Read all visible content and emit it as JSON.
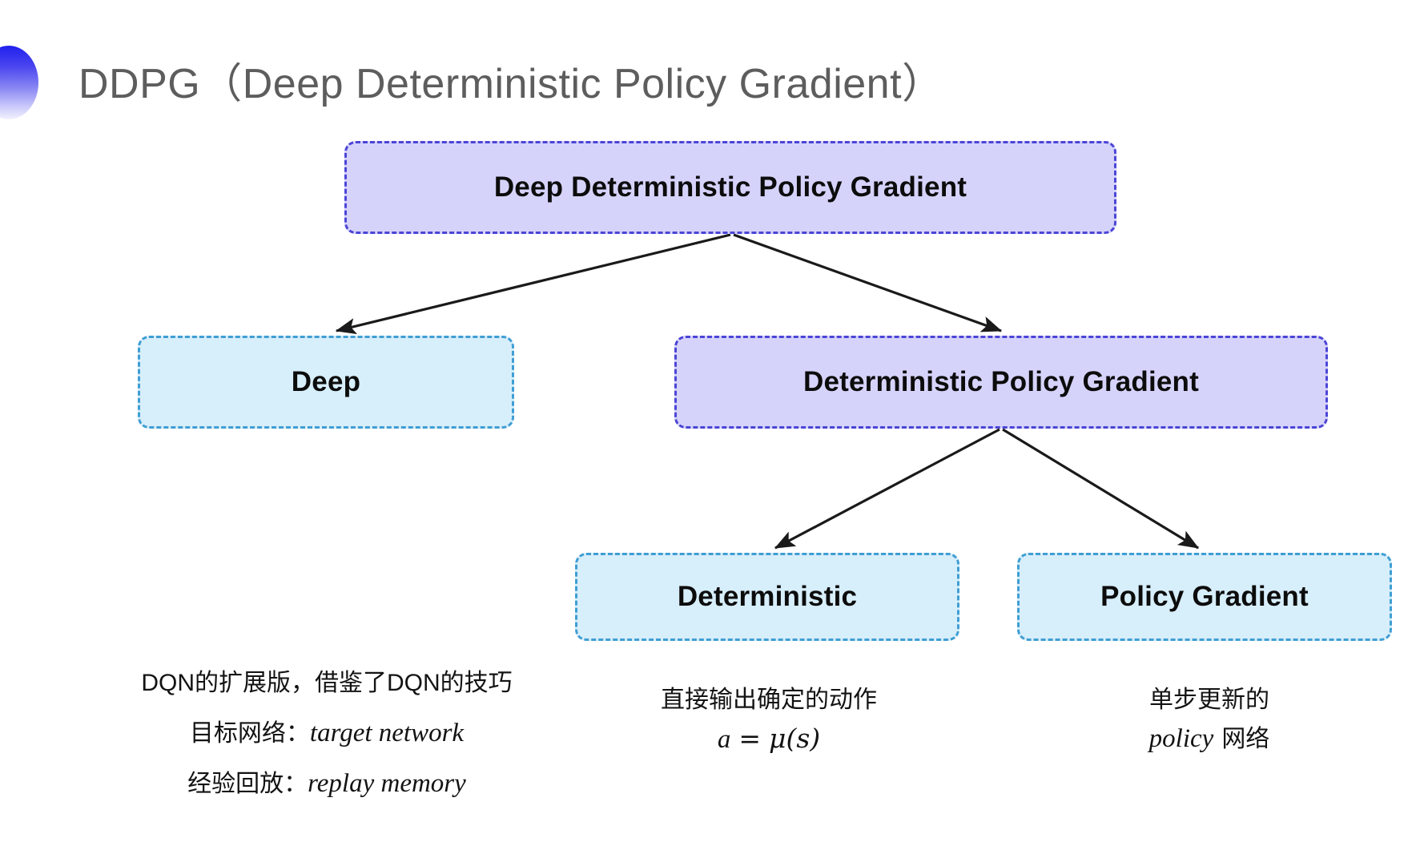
{
  "slide": {
    "title": "DDPG（Deep Deterministic Policy Gradient）",
    "bullet_icon": "gradient-circle-bullet-icon",
    "background_color": "#ffffff"
  },
  "colors": {
    "purple_fill": "#d6d3fb",
    "purple_border": "#4b45d6",
    "cyan_fill": "#d7eefb",
    "cyan_border": "#3f9ed4",
    "title_text": "#5d5d5d",
    "arrow": "#1a1a1a"
  },
  "nodes": {
    "root": {
      "label": "Deep Deterministic Policy Gradient",
      "style": "purple"
    },
    "deep": {
      "label": "Deep",
      "style": "cyan"
    },
    "dpg": {
      "label": "Deterministic Policy Gradient",
      "style": "purple"
    },
    "deterministic": {
      "label": "Deterministic",
      "style": "cyan"
    },
    "policy_gradient": {
      "label": "Policy Gradient",
      "style": "cyan"
    }
  },
  "annotations": {
    "deep": {
      "line1": "DQN的扩展版，借鉴了DQN的技巧",
      "line2_label": "目标网络：",
      "line2_term": "target network",
      "line3_label": "经验回放：",
      "line3_term": "replay memory"
    },
    "deterministic": {
      "line1": "直接输出确定的动作",
      "formula_lhs": "a",
      "formula_eq": "=",
      "formula_rhs": "μ(s)"
    },
    "policy_gradient": {
      "line1": "单步更新的",
      "line2_term": "policy",
      "line2_tail": "网络"
    }
  },
  "edges": [
    {
      "from": "root",
      "to": "deep"
    },
    {
      "from": "root",
      "to": "dpg"
    },
    {
      "from": "dpg",
      "to": "deterministic"
    },
    {
      "from": "dpg",
      "to": "policy_gradient"
    }
  ]
}
